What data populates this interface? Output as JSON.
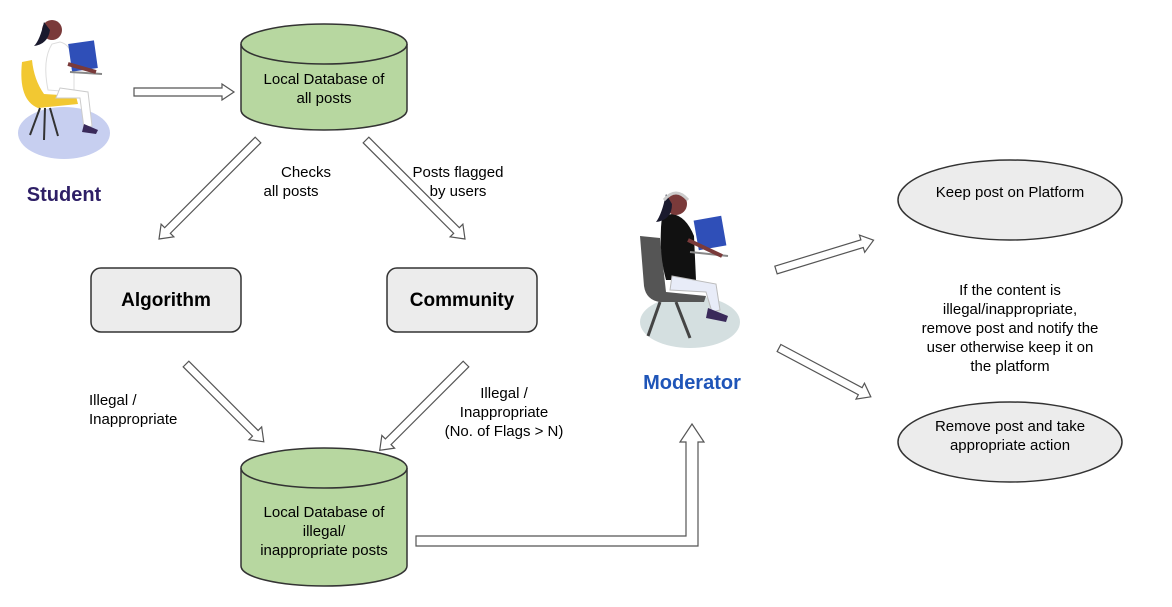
{
  "actors": {
    "student": {
      "label": "Student",
      "color": "#2e1f66"
    },
    "moderator": {
      "label": "Moderator",
      "color": "#1f55b8"
    }
  },
  "databases": {
    "all_posts": {
      "line1": "Local Database of",
      "line2": "all posts"
    },
    "illegal_posts": {
      "line1": "Local Database of",
      "line2": "illegal/",
      "line3": "inappropriate posts"
    }
  },
  "processes": {
    "algorithm": "Algorithm",
    "community": "Community"
  },
  "edge_labels": {
    "checks_line1": "Checks",
    "checks_line2": "all posts",
    "flagged_line1": "Posts flagged",
    "flagged_line2": "by users",
    "algo_out_line1": "Illegal /",
    "algo_out_line2": "Inappropriate",
    "comm_out_line1": "Illegal /",
    "comm_out_line2": "Inappropriate",
    "comm_out_line3": "(No. of Flags > N)"
  },
  "outcomes": {
    "keep": "Keep post on Platform",
    "remove_line1": "Remove post and take",
    "remove_line2": "appropriate action"
  },
  "decision_note": {
    "line1": "If the content is",
    "line2": "illegal/inappropriate,",
    "line3": "remove post and notify the",
    "line4": "user otherwise keep it on",
    "line5": "the platform"
  },
  "colors": {
    "database_fill": "#b7d7a0",
    "process_fill": "#ececec",
    "outcome_fill": "#ececec",
    "stroke": "#333333"
  }
}
